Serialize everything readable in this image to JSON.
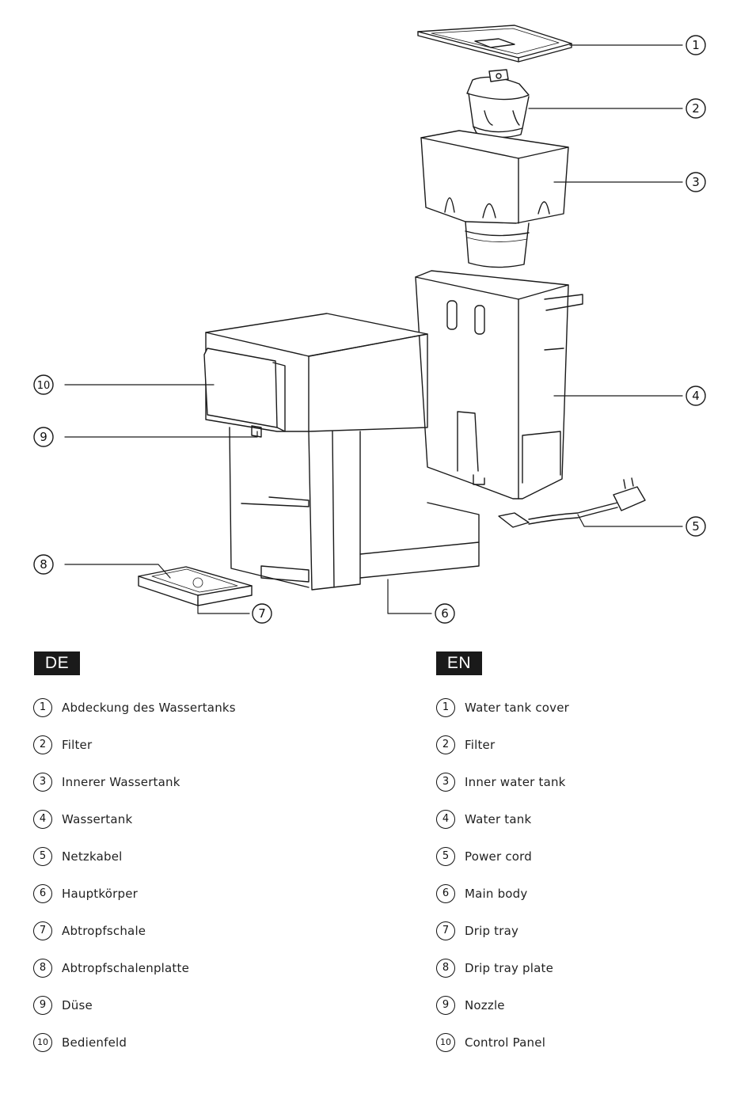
{
  "diagram": {
    "callouts": [
      "1",
      "2",
      "3",
      "4",
      "5",
      "6",
      "7",
      "8",
      "9",
      "10"
    ]
  },
  "sections": [
    {
      "lang": "DE",
      "items": [
        {
          "num": "1",
          "label": "Abdeckung des Wassertanks"
        },
        {
          "num": "2",
          "label": "Filter"
        },
        {
          "num": "3",
          "label": "Innerer Wassertank"
        },
        {
          "num": "4",
          "label": "Wassertank"
        },
        {
          "num": "5",
          "label": "Netzkabel"
        },
        {
          "num": "6",
          "label": "Hauptkörper"
        },
        {
          "num": "7",
          "label": "Abtropfschale"
        },
        {
          "num": "8",
          "label": "Abtropfschalenplatte"
        },
        {
          "num": "9",
          "label": "Düse"
        },
        {
          "num": "10",
          "label": "Bedienfeld"
        }
      ]
    },
    {
      "lang": "EN",
      "items": [
        {
          "num": "1",
          "label": "Water tank cover"
        },
        {
          "num": "2",
          "label": "Filter"
        },
        {
          "num": "3",
          "label": "Inner water tank"
        },
        {
          "num": "4",
          "label": "Water tank"
        },
        {
          "num": "5",
          "label": "Power cord"
        },
        {
          "num": "6",
          "label": "Main body"
        },
        {
          "num": "7",
          "label": "Drip tray"
        },
        {
          "num": "8",
          "label": "Drip tray plate"
        },
        {
          "num": "9",
          "label": "Nozzle"
        },
        {
          "num": "10",
          "label": "Control Panel"
        }
      ]
    }
  ]
}
